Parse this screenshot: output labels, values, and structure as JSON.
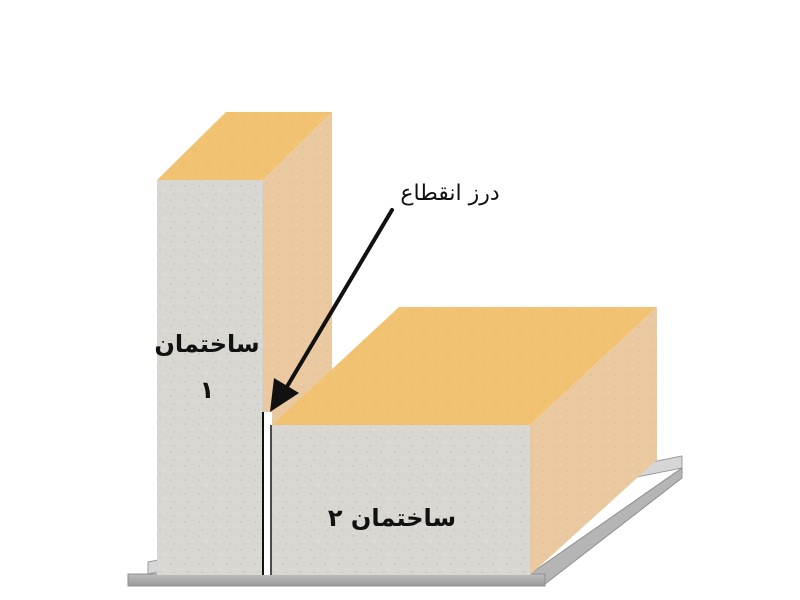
{
  "colors": {
    "background": "#ffffff",
    "concrete_front": "#d9d7d1",
    "roof_top": "#f2c273",
    "side_face": "#eac9a1",
    "base_plate_top": "#d6d6d6",
    "base_plate_front": "#a8a8a8",
    "arrow": "#111111"
  },
  "labels": {
    "joint": "درز انقطاع",
    "building1_line1": "ساختمان",
    "building1_line2": "۱",
    "building2": "ساختمان ۲"
  },
  "icons": {
    "pointer": "arrow-icon"
  }
}
